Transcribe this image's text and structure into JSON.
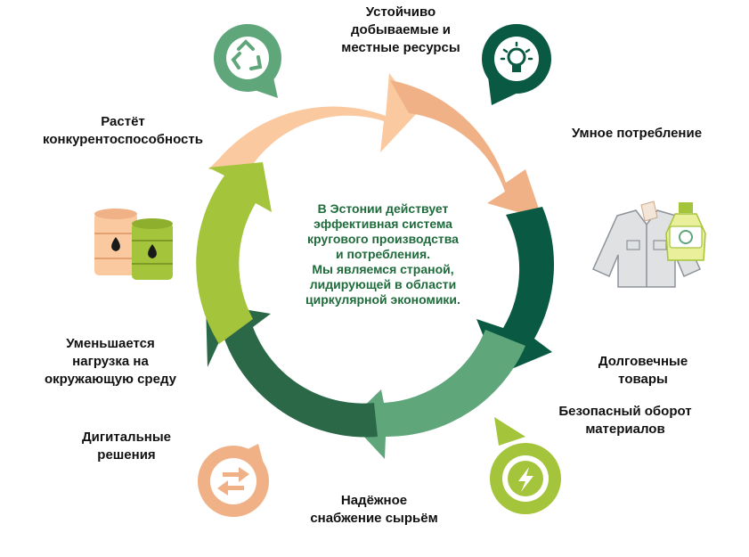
{
  "center": {
    "lines": [
      "В Эстонии действует",
      "эффективная система",
      "кругового производства",
      "и потребления.",
      "Мы являемся страной,",
      "лидирующей в области",
      "циркулярной экономики."
    ]
  },
  "labels": {
    "resources": [
      "Устойчиво",
      "добываемые и",
      "местные ресурсы"
    ],
    "consumption": [
      "Умное потребление"
    ],
    "durable": [
      "Долговечные",
      "товары"
    ],
    "materials": [
      "Безопасный оборот",
      "материалов"
    ],
    "supply": [
      "Надёжное",
      "снабжение сырьём"
    ],
    "digital": [
      "Дигитальные",
      "решения"
    ],
    "environment": [
      "Уменьшается",
      "нагрузка на",
      "окружающую среду"
    ],
    "competitiveness": [
      "Растёт",
      "конкурентоспособность"
    ]
  },
  "icons": {
    "recycle": "recycle-icon",
    "lightbulb": "lightbulb-icon",
    "lightning": "lightning-icon",
    "arrows": "exchange-arrows-icon",
    "barrels": "oil-barrels-icon",
    "clothes": "clothes-bottle-icon"
  },
  "colors": {
    "peach_light": "#fbc9a0",
    "peach_dark": "#f0b187",
    "green_dark": "#0a5a43",
    "green_medium": "#60a67b",
    "green_deep": "#2b6848",
    "lime": "#a4c43b",
    "text_center": "#1f6b3c"
  }
}
